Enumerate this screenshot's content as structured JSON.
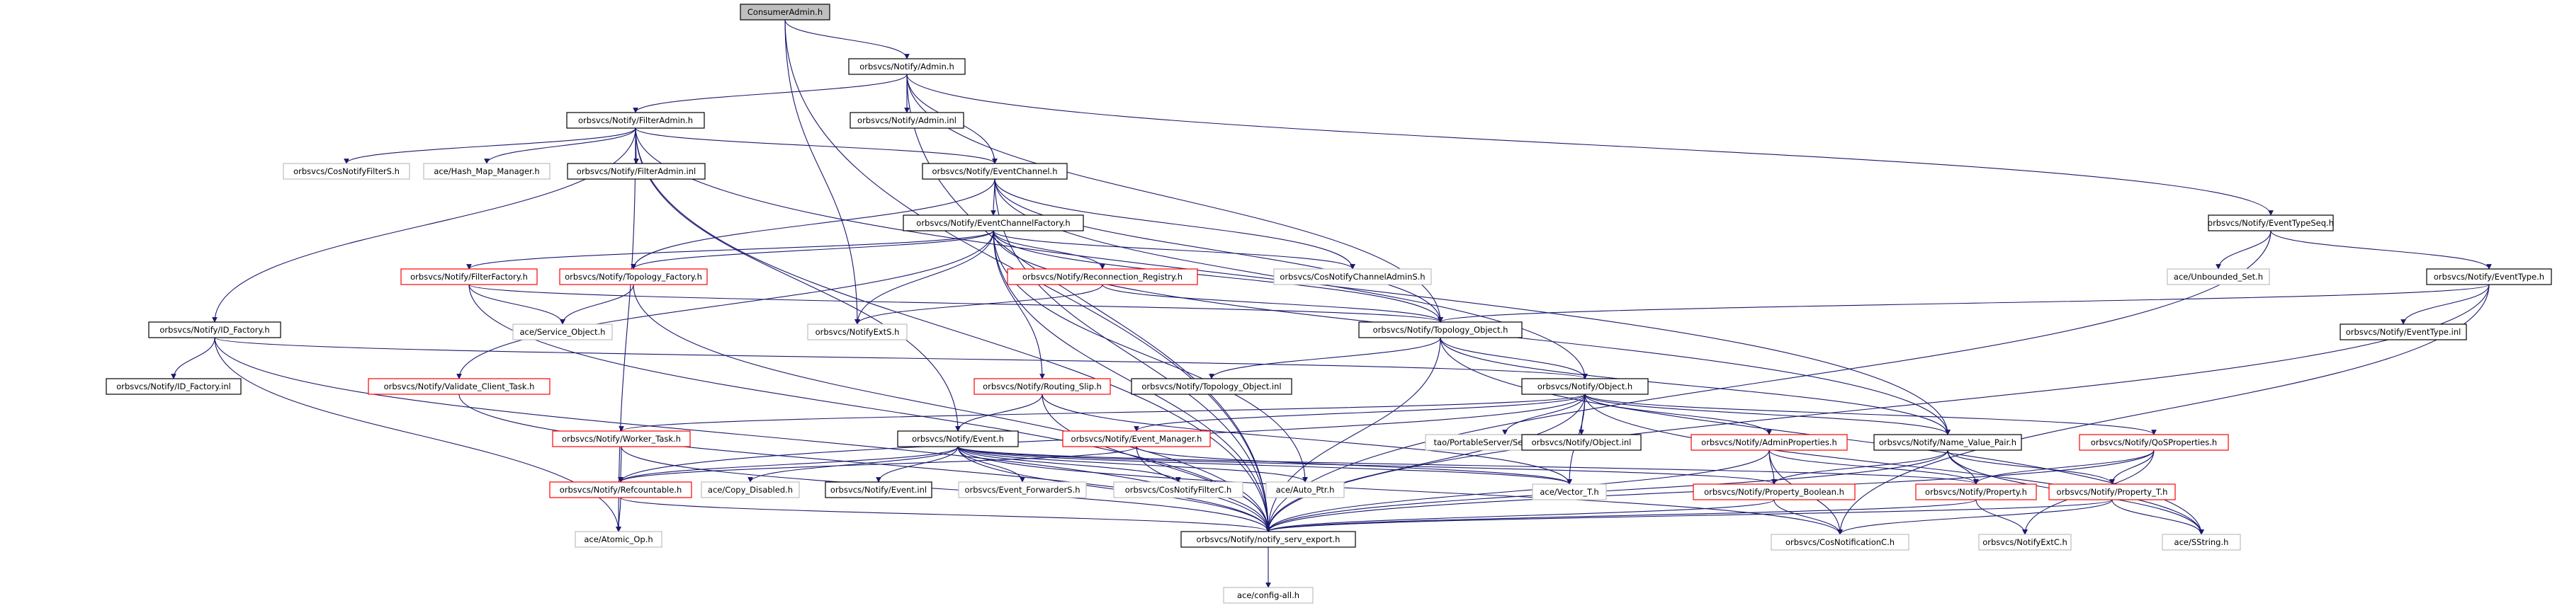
{
  "graph": {
    "colors": {
      "edge": "#191970",
      "root_fill": "#bfbfbf",
      "root_border": "#000000",
      "node_border": "#000000",
      "incomplete_border": "#ff0000",
      "untracked_border": "#bfbfbf",
      "node_fill": "#ffffff"
    },
    "nodes": [
      {
        "id": "n0",
        "label": "ConsumerAdmin.h",
        "kind": "root"
      },
      {
        "id": "n1",
        "label": "orbsvcs/Notify/Admin.h",
        "kind": "normal"
      },
      {
        "id": "n2",
        "label": "orbsvcs/Notify/FilterAdmin.h",
        "kind": "normal"
      },
      {
        "id": "n3",
        "label": "orbsvcs/Notify/Admin.inl",
        "kind": "normal"
      },
      {
        "id": "n4",
        "label": "orbsvcs/CosNotifyFilterS.h",
        "kind": "untracked"
      },
      {
        "id": "n5",
        "label": "ace/Hash_Map_Manager.h",
        "kind": "untracked"
      },
      {
        "id": "n6",
        "label": "orbsvcs/Notify/FilterAdmin.inl",
        "kind": "normal"
      },
      {
        "id": "n7",
        "label": "orbsvcs/Notify/EventChannel.h",
        "kind": "normal"
      },
      {
        "id": "n8",
        "label": "orbsvcs/Notify/EventChannelFactory.h",
        "kind": "normal"
      },
      {
        "id": "n9",
        "label": "orbsvcs/Notify/EventTypeSeq.h",
        "kind": "normal"
      },
      {
        "id": "n10",
        "label": "orbsvcs/Notify/FilterFactory.h",
        "kind": "incomplete"
      },
      {
        "id": "n11",
        "label": "orbsvcs/Notify/Topology_Factory.h",
        "kind": "incomplete"
      },
      {
        "id": "n12",
        "label": "orbsvcs/Notify/Reconnection_Registry.h",
        "kind": "incomplete"
      },
      {
        "id": "n13",
        "label": "orbsvcs/CosNotifyChannelAdminS.h",
        "kind": "untracked"
      },
      {
        "id": "n14",
        "label": "ace/Unbounded_Set.h",
        "kind": "untracked"
      },
      {
        "id": "n15",
        "label": "orbsvcs/Notify/EventType.h",
        "kind": "normal"
      },
      {
        "id": "n16",
        "label": "orbsvcs/Notify/ID_Factory.h",
        "kind": "normal"
      },
      {
        "id": "n17",
        "label": "ace/Service_Object.h",
        "kind": "untracked"
      },
      {
        "id": "n18",
        "label": "orbsvcs/NotifyExtS.h",
        "kind": "untracked"
      },
      {
        "id": "n19",
        "label": "orbsvcs/Notify/Topology_Object.h",
        "kind": "normal"
      },
      {
        "id": "n20",
        "label": "orbsvcs/Notify/EventType.inl",
        "kind": "normal"
      },
      {
        "id": "n21",
        "label": "orbsvcs/Notify/ID_Factory.inl",
        "kind": "normal"
      },
      {
        "id": "n22",
        "label": "orbsvcs/Notify/Validate_Client_Task.h",
        "kind": "incomplete"
      },
      {
        "id": "n23",
        "label": "orbsvcs/Notify/Routing_Slip.h",
        "kind": "incomplete"
      },
      {
        "id": "n24",
        "label": "orbsvcs/Notify/Topology_Object.inl",
        "kind": "normal"
      },
      {
        "id": "n25",
        "label": "orbsvcs/Notify/Object.h",
        "kind": "normal"
      },
      {
        "id": "n26",
        "label": "orbsvcs/Notify/Worker_Task.h",
        "kind": "incomplete"
      },
      {
        "id": "n27",
        "label": "orbsvcs/Notify/Event.h",
        "kind": "normal"
      },
      {
        "id": "n28",
        "label": "orbsvcs/Notify/Event_Manager.h",
        "kind": "incomplete"
      },
      {
        "id": "n29",
        "label": "tao/PortableServer/Servant_Base.h",
        "kind": "untracked"
      },
      {
        "id": "n30",
        "label": "orbsvcs/Notify/Object.inl",
        "kind": "normal"
      },
      {
        "id": "n31",
        "label": "orbsvcs/Notify/AdminProperties.h",
        "kind": "incomplete"
      },
      {
        "id": "n32",
        "label": "orbsvcs/Notify/Name_Value_Pair.h",
        "kind": "normal"
      },
      {
        "id": "n33",
        "label": "orbsvcs/Notify/QoSProperties.h",
        "kind": "incomplete"
      },
      {
        "id": "n34",
        "label": "orbsvcs/Notify/Refcountable.h",
        "kind": "incomplete"
      },
      {
        "id": "n35",
        "label": "ace/Copy_Disabled.h",
        "kind": "untracked"
      },
      {
        "id": "n36",
        "label": "orbsvcs/Notify/Event.inl",
        "kind": "normal"
      },
      {
        "id": "n37",
        "label": "orbsvcs/Event_ForwarderS.h",
        "kind": "untracked"
      },
      {
        "id": "n38",
        "label": "orbsvcs/CosNotifyFilterC.h",
        "kind": "untracked"
      },
      {
        "id": "n39",
        "label": "ace/Auto_Ptr.h",
        "kind": "untracked"
      },
      {
        "id": "n40",
        "label": "ace/Vector_T.h",
        "kind": "untracked"
      },
      {
        "id": "n41",
        "label": "orbsvcs/Notify/Property_Boolean.h",
        "kind": "incomplete"
      },
      {
        "id": "n42",
        "label": "orbsvcs/Notify/Property.h",
        "kind": "incomplete"
      },
      {
        "id": "n43",
        "label": "orbsvcs/Notify/Property_T.h",
        "kind": "incomplete"
      },
      {
        "id": "n44",
        "label": "ace/Atomic_Op.h",
        "kind": "untracked"
      },
      {
        "id": "n45",
        "label": "orbsvcs/Notify/notify_serv_export.h",
        "kind": "normal"
      },
      {
        "id": "n46",
        "label": "orbsvcs/CosNotificationC.h",
        "kind": "untracked"
      },
      {
        "id": "n47",
        "label": "orbsvcs/NotifyExtC.h",
        "kind": "untracked"
      },
      {
        "id": "n48",
        "label": "ace/SString.h",
        "kind": "untracked"
      },
      {
        "id": "n49",
        "label": "ace/config-all.h",
        "kind": "untracked"
      }
    ],
    "edges": [
      [
        "n0",
        "n1"
      ],
      [
        "n0",
        "n18"
      ],
      [
        "n0",
        "n45"
      ],
      [
        "n1",
        "n2"
      ],
      [
        "n1",
        "n3"
      ],
      [
        "n1",
        "n7"
      ],
      [
        "n1",
        "n9"
      ],
      [
        "n1",
        "n19"
      ],
      [
        "n1",
        "n45"
      ],
      [
        "n2",
        "n4"
      ],
      [
        "n2",
        "n5"
      ],
      [
        "n2",
        "n6"
      ],
      [
        "n2",
        "n7"
      ],
      [
        "n2",
        "n16"
      ],
      [
        "n2",
        "n27"
      ],
      [
        "n2",
        "n32"
      ],
      [
        "n2",
        "n45"
      ],
      [
        "n2",
        "n44"
      ],
      [
        "n7",
        "n8"
      ],
      [
        "n7",
        "n11"
      ],
      [
        "n7",
        "n13"
      ],
      [
        "n7",
        "n19"
      ],
      [
        "n7",
        "n25"
      ],
      [
        "n7",
        "n45"
      ],
      [
        "n8",
        "n10"
      ],
      [
        "n8",
        "n11"
      ],
      [
        "n8",
        "n12"
      ],
      [
        "n8",
        "n13"
      ],
      [
        "n8",
        "n18"
      ],
      [
        "n8",
        "n19"
      ],
      [
        "n8",
        "n22"
      ],
      [
        "n8",
        "n23"
      ],
      [
        "n8",
        "n32"
      ],
      [
        "n8",
        "n39"
      ],
      [
        "n8",
        "n45"
      ],
      [
        "n9",
        "n14"
      ],
      [
        "n9",
        "n15"
      ],
      [
        "n9",
        "n45"
      ],
      [
        "n15",
        "n19"
      ],
      [
        "n15",
        "n20"
      ],
      [
        "n15",
        "n45"
      ],
      [
        "n15",
        "n46"
      ],
      [
        "n10",
        "n17"
      ],
      [
        "n10",
        "n19"
      ],
      [
        "n10",
        "n45"
      ],
      [
        "n11",
        "n17"
      ],
      [
        "n11",
        "n45"
      ],
      [
        "n12",
        "n18"
      ],
      [
        "n12",
        "n19"
      ],
      [
        "n16",
        "n21"
      ],
      [
        "n16",
        "n25"
      ],
      [
        "n16",
        "n44"
      ],
      [
        "n16",
        "n45"
      ],
      [
        "n19",
        "n24"
      ],
      [
        "n19",
        "n25"
      ],
      [
        "n19",
        "n32"
      ],
      [
        "n19",
        "n45"
      ],
      [
        "n19",
        "n48"
      ],
      [
        "n22",
        "n45"
      ],
      [
        "n23",
        "n27"
      ],
      [
        "n23",
        "n40"
      ],
      [
        "n23",
        "n45"
      ],
      [
        "n25",
        "n26"
      ],
      [
        "n25",
        "n28"
      ],
      [
        "n25",
        "n29"
      ],
      [
        "n25",
        "n30"
      ],
      [
        "n25",
        "n31"
      ],
      [
        "n25",
        "n32"
      ],
      [
        "n25",
        "n33"
      ],
      [
        "n25",
        "n34"
      ],
      [
        "n25",
        "n45"
      ],
      [
        "n25",
        "n40"
      ],
      [
        "n25",
        "n48"
      ],
      [
        "n26",
        "n34"
      ],
      [
        "n26",
        "n45"
      ],
      [
        "n27",
        "n34"
      ],
      [
        "n27",
        "n35"
      ],
      [
        "n27",
        "n36"
      ],
      [
        "n27",
        "n37"
      ],
      [
        "n27",
        "n38"
      ],
      [
        "n27",
        "n39"
      ],
      [
        "n27",
        "n40"
      ],
      [
        "n27",
        "n41"
      ],
      [
        "n27",
        "n42"
      ],
      [
        "n27",
        "n45"
      ],
      [
        "n27",
        "n46"
      ],
      [
        "n28",
        "n34"
      ],
      [
        "n28",
        "n40"
      ],
      [
        "n28",
        "n45"
      ],
      [
        "n31",
        "n41"
      ],
      [
        "n31",
        "n42"
      ],
      [
        "n31",
        "n45"
      ],
      [
        "n31",
        "n46"
      ],
      [
        "n32",
        "n42"
      ],
      [
        "n32",
        "n43"
      ],
      [
        "n32",
        "n41"
      ],
      [
        "n32",
        "n48"
      ],
      [
        "n32",
        "n45"
      ],
      [
        "n33",
        "n42"
      ],
      [
        "n33",
        "n43"
      ],
      [
        "n33",
        "n45"
      ],
      [
        "n33",
        "n47"
      ],
      [
        "n34",
        "n44"
      ],
      [
        "n34",
        "n45"
      ],
      [
        "n41",
        "n46"
      ],
      [
        "n41",
        "n45"
      ],
      [
        "n42",
        "n47"
      ],
      [
        "n42",
        "n45"
      ],
      [
        "n43",
        "n48"
      ],
      [
        "n43",
        "n45"
      ],
      [
        "n43",
        "n46"
      ],
      [
        "n45",
        "n49"
      ]
    ]
  }
}
